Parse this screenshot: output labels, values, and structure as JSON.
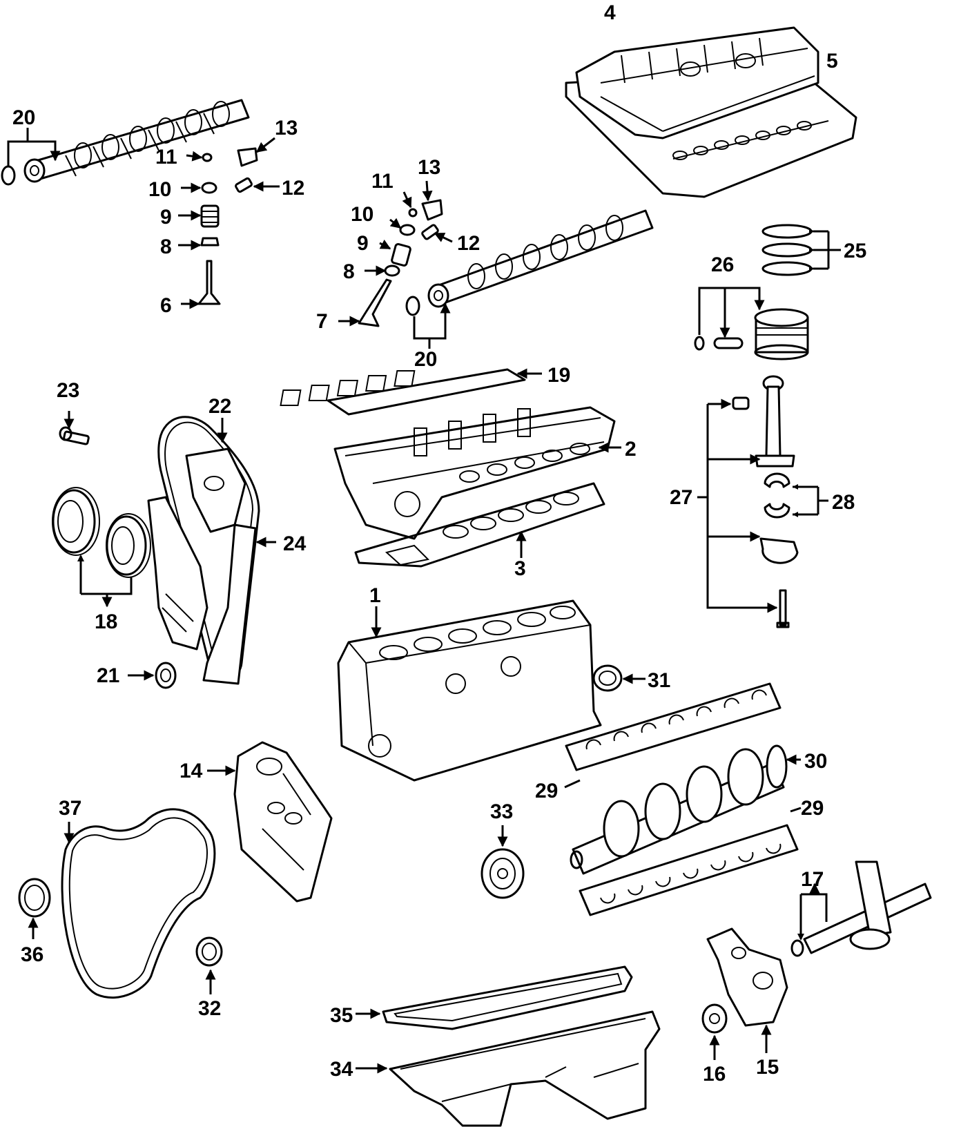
{
  "callouts": [
    {
      "id": "c1",
      "text": "1"
    },
    {
      "id": "c2",
      "text": "2"
    },
    {
      "id": "c3",
      "text": "3"
    },
    {
      "id": "c4",
      "text": "4"
    },
    {
      "id": "c5",
      "text": "5"
    },
    {
      "id": "c6",
      "text": "6"
    },
    {
      "id": "c7",
      "text": "7"
    },
    {
      "id": "c8a",
      "text": "8"
    },
    {
      "id": "c8b",
      "text": "8"
    },
    {
      "id": "c9a",
      "text": "9"
    },
    {
      "id": "c9b",
      "text": "9"
    },
    {
      "id": "c10a",
      "text": "10"
    },
    {
      "id": "c10b",
      "text": "10"
    },
    {
      "id": "c11a",
      "text": "11"
    },
    {
      "id": "c11b",
      "text": "11"
    },
    {
      "id": "c12a",
      "text": "12"
    },
    {
      "id": "c12b",
      "text": "12"
    },
    {
      "id": "c13a",
      "text": "13"
    },
    {
      "id": "c13b",
      "text": "13"
    },
    {
      "id": "c14",
      "text": "14"
    },
    {
      "id": "c15",
      "text": "15"
    },
    {
      "id": "c16",
      "text": "16"
    },
    {
      "id": "c17",
      "text": "17"
    },
    {
      "id": "c18",
      "text": "18"
    },
    {
      "id": "c19",
      "text": "19"
    },
    {
      "id": "c20a",
      "text": "20"
    },
    {
      "id": "c20b",
      "text": "20"
    },
    {
      "id": "c21",
      "text": "21"
    },
    {
      "id": "c22",
      "text": "22"
    },
    {
      "id": "c23",
      "text": "23"
    },
    {
      "id": "c24",
      "text": "24"
    },
    {
      "id": "c25",
      "text": "25"
    },
    {
      "id": "c26",
      "text": "26"
    },
    {
      "id": "c27",
      "text": "27"
    },
    {
      "id": "c28",
      "text": "28"
    },
    {
      "id": "c29a",
      "text": "29"
    },
    {
      "id": "c29b",
      "text": "29"
    },
    {
      "id": "c30",
      "text": "30"
    },
    {
      "id": "c31",
      "text": "31"
    },
    {
      "id": "c32",
      "text": "32"
    },
    {
      "id": "c33",
      "text": "33"
    },
    {
      "id": "c34",
      "text": "34"
    },
    {
      "id": "c35",
      "text": "35"
    },
    {
      "id": "c36",
      "text": "36"
    },
    {
      "id": "c37",
      "text": "37"
    }
  ],
  "colors": {
    "line": "#000000",
    "background": "#ffffff"
  }
}
